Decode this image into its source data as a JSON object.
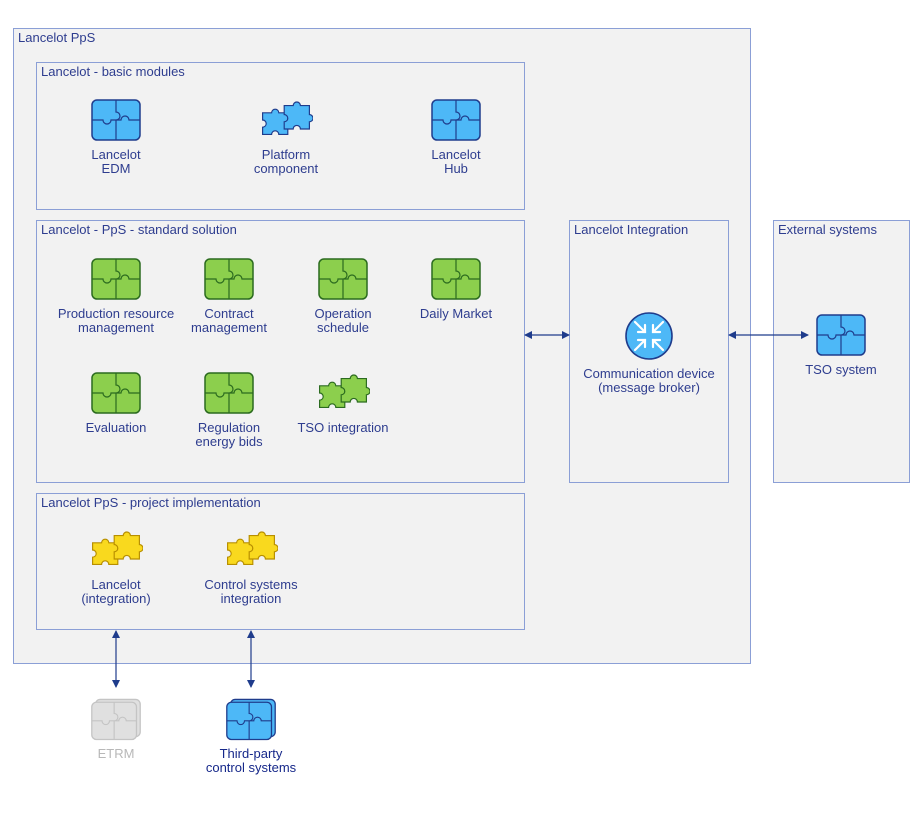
{
  "containers": {
    "pps": "Lancelot PpS",
    "basic": "Lancelot - basic modules",
    "standard": "Lancelot - PpS - standard solution",
    "project": "Lancelot PpS - project implementation",
    "integration": "Lancelot Integration",
    "external": "External systems"
  },
  "nodes": {
    "edm": "Lancelot\nEDM",
    "platform": "Platform\ncomponent",
    "hub": "Lancelot\nHub",
    "production": "Production resource\nmanagement",
    "contract": "Contract\nmanagement",
    "operation": "Operation\nschedule",
    "daily": "Daily Market",
    "evaluation": "Evaluation",
    "regulation": "Regulation\nenergy bids",
    "tso_integration": "TSO integration",
    "lancelot_integration": "Lancelot\n(integration)",
    "control_systems": "Control systems\nintegration",
    "broker": "Communication device\n(message broker)",
    "tso_system": "TSO system",
    "etrm": "ETRM",
    "third_party": "Third-party\ncontrol systems"
  },
  "colors": {
    "blue_fill": "#4db8f7",
    "blue_stroke": "#1f3c8c",
    "green_fill": "#8ccf4d",
    "green_stroke": "#2b6b1f",
    "yellow_fill": "#f9d91e",
    "yellow_stroke": "#b88f00",
    "grey_fill": "#e0e0e0",
    "grey_stroke": "#c4c4c4",
    "container_border": "#8b9fd6",
    "text": "#2e3d8f",
    "connector": "#1f3c8c"
  },
  "icons": {
    "tile": "puzzle-tile-icon",
    "loose": "puzzle-pieces-icon",
    "router": "router-icon",
    "stack": "stacked-puzzle-icon"
  }
}
